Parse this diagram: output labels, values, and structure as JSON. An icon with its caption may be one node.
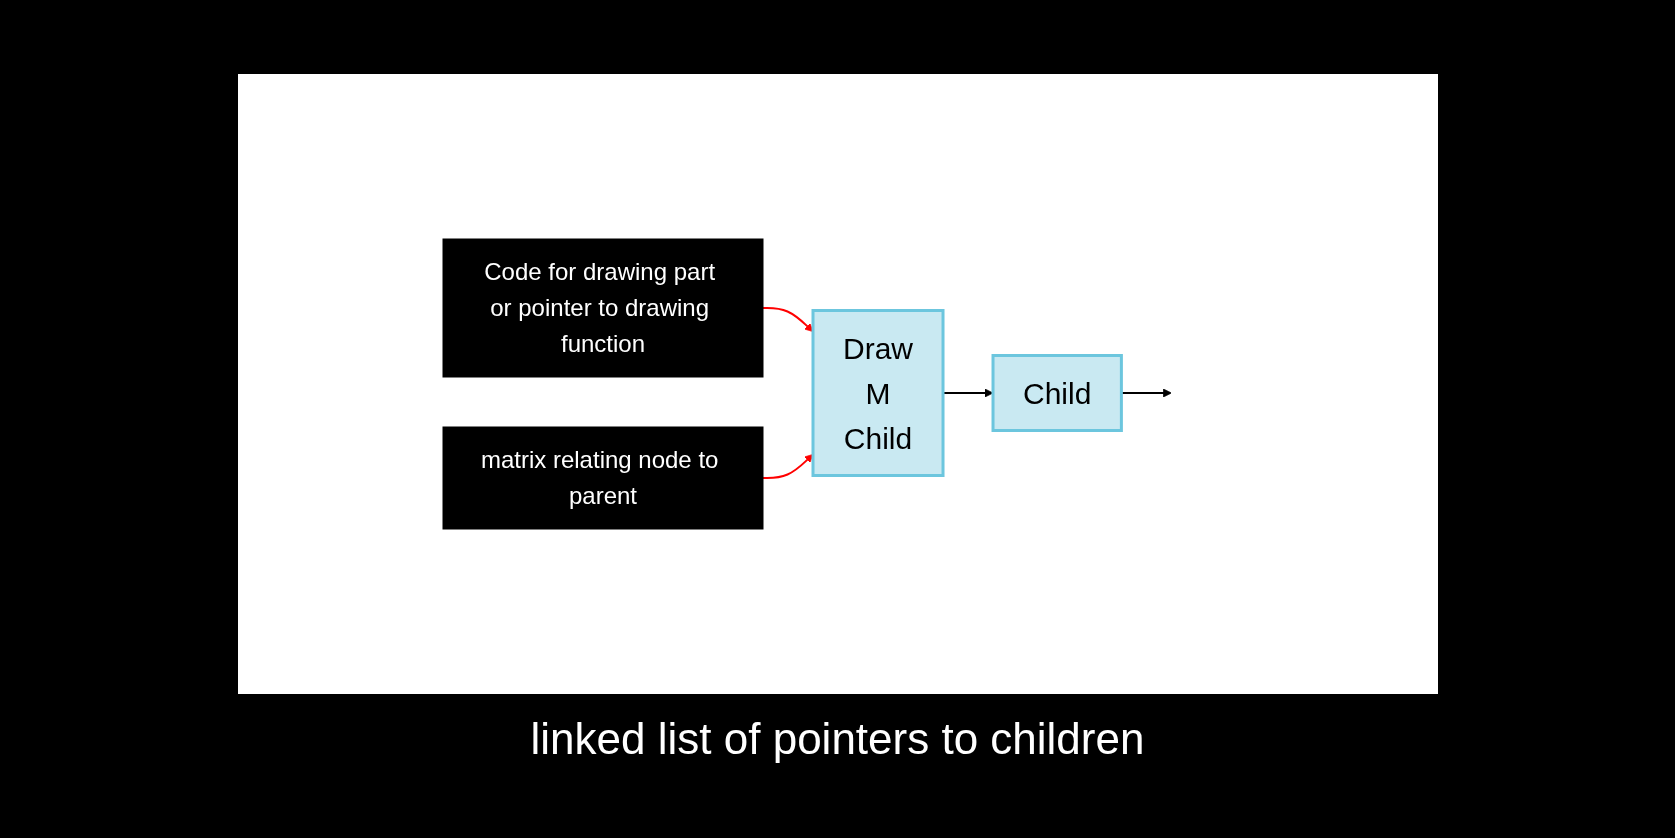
{
  "diagram": {
    "nodes": [
      {
        "text": [
          "Code for drawing part or pointer to drawing function"
        ]
      },
      {
        "text": [
          "Draw",
          "M",
          "Child"
        ]
      },
      {
        "text": [
          "Child"
        ]
      },
      {
        "text": [
          "matrix relating node to parent"
        ]
      }
    ],
    "edges": [
      {
        "from": 0,
        "to": 1,
        "arrow": "to",
        "color": "#ff0000"
      },
      {
        "from": 1,
        "to": 2,
        "arrow": "to",
        "color": "#000000"
      },
      {
        "from": 2,
        "to": null,
        "arrow": "to",
        "color": "#000000"
      },
      {
        "from": 3,
        "to": 1,
        "arrow": "to",
        "color": "#ff0000"
      }
    ],
    "labels": [
      "linked list of pointers to children"
    ]
  }
}
